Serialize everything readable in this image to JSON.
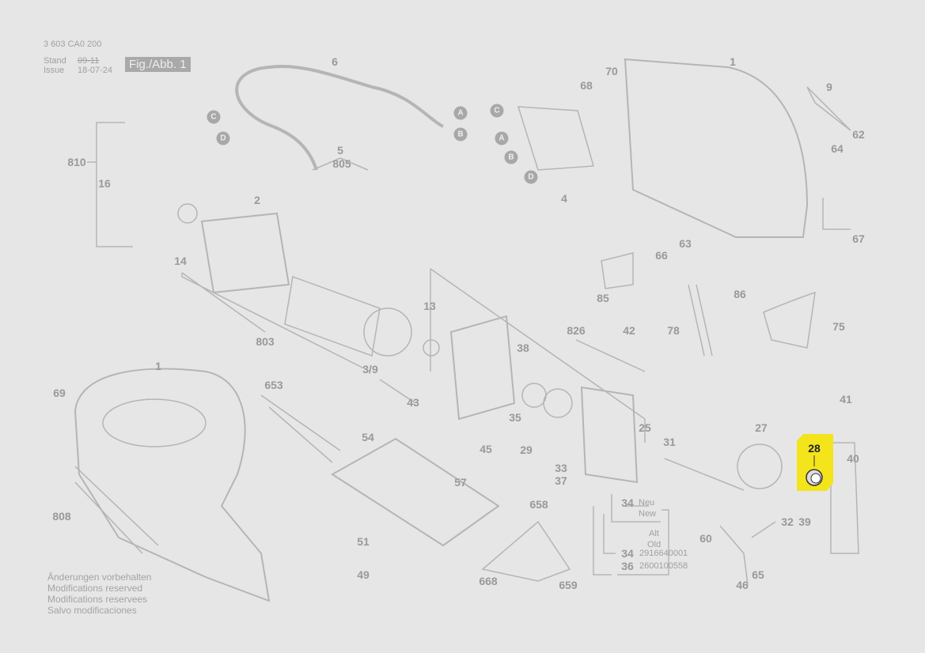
{
  "header": {
    "part_number": "3 603 CA0 200",
    "stand_label": "Stand",
    "issue_label": "Issue",
    "stand_value": "09-11",
    "issue_value": "18-07-24",
    "figure": "Fig./Abb. 1"
  },
  "labels": [
    "1",
    "6",
    "68",
    "70",
    "9",
    "4",
    "5",
    "805",
    "810",
    "16",
    "2",
    "62",
    "64",
    "67",
    "14",
    "63",
    "66",
    "85",
    "86",
    "42",
    "78",
    "75",
    "13",
    "803",
    "826",
    "38",
    "3/9",
    "1",
    "653",
    "69",
    "43",
    "35",
    "41",
    "25",
    "27",
    "54",
    "45",
    "29",
    "31",
    "33",
    "37",
    "57",
    "40",
    "32",
    "39",
    "658",
    "808",
    "51",
    "60",
    "49",
    "668",
    "659",
    "46",
    "65"
  ],
  "connectors": [
    "C",
    "D",
    "A",
    "B",
    "C",
    "A",
    "B",
    "D"
  ],
  "highlight": {
    "label": "28",
    "color": "#f4e41c"
  },
  "variants": {
    "new_num": "34",
    "new_de": "Neu",
    "new_en": "New",
    "old_de": "Alt",
    "old_en": "Old",
    "old_34": "34",
    "old_34_pn": "2916640001",
    "old_36": "36",
    "old_36_pn": "2600100558"
  },
  "notes": [
    "Änderungen vorbehalten",
    "Modifications reserved",
    "Modifications reservees",
    "Salvo modificaciones"
  ]
}
